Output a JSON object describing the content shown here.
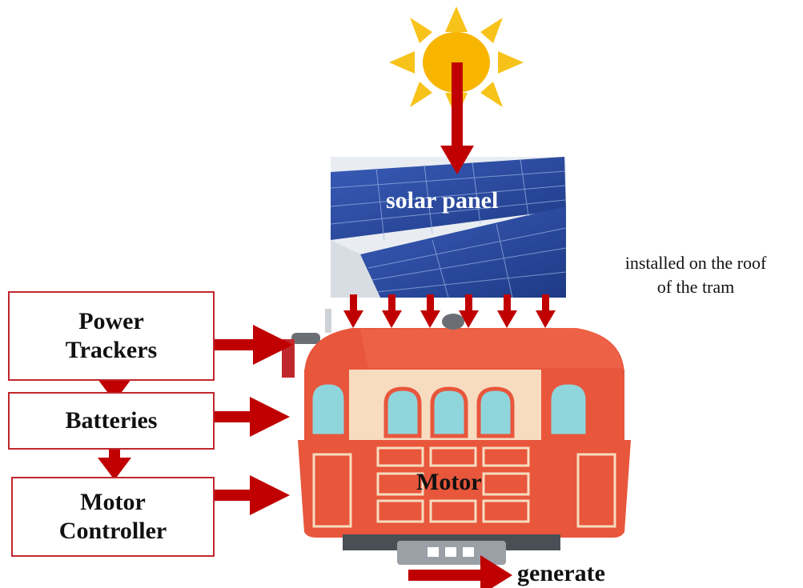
{
  "boxes": {
    "power_trackers": "Power\nTrackers",
    "batteries": "Batteries",
    "motor_controller": "Motor\nController"
  },
  "labels": {
    "solar_panel": "solar panel",
    "roof_note": "installed on the roof\nof the tram",
    "motor": "Motor",
    "generate": "generate"
  },
  "colors": {
    "arrow": "#c00000",
    "box_border": "#c0272d",
    "sun": "#f7b500",
    "panel": "#2b4a9a",
    "tram_body": "#e8563c"
  }
}
